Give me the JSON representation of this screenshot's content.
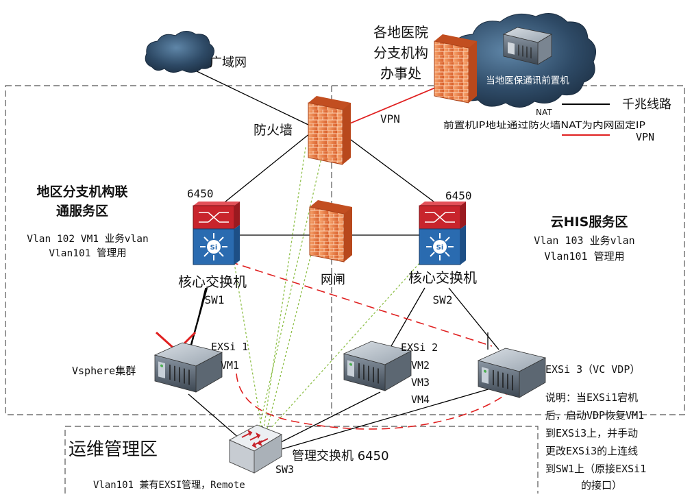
{
  "labels": {
    "wan": "广域网",
    "branch_office": [
      "各地医院",
      "分支机构",
      "办事处"
    ],
    "frontend_machine": "当地医保通讯前置机",
    "firewall": "防火墙",
    "vpn_link": "VPN",
    "nat_short": "NAT",
    "nat_note": "前置机IP地址通过防火墙NAT为内网固定IP",
    "region_left_title": [
      "地区分支机构联",
      "通服务区"
    ],
    "region_left_vlan": [
      "Vlan 102 VM1 业务vlan",
      "Vlan101 管理用"
    ],
    "region_right_title": "云HIS服务区",
    "region_right_vlan": [
      "Vlan 103 业务vlan",
      "Vlan101 管理用"
    ],
    "sw1_model": "6450",
    "sw2_model": "6450",
    "core_switch_1": "核心交换机",
    "core_switch_2": "核心交换机",
    "sw1_name": "SW1",
    "sw2_name": "SW2",
    "gatekeeper": "网闸",
    "vsphere": "Vsphere集群",
    "exsi1": [
      "EXSi 1",
      "VM1"
    ],
    "exsi2": [
      "EXSi 2",
      "VM2",
      "VM3",
      "VM4"
    ],
    "exsi3": "EXSi 3（VC VDP）",
    "ops_zone": "运维管理区",
    "mgmt_switch": "管理交换机 6450",
    "sw3_name": "SW3",
    "ops_vlan": "Vlan101 兼有EXSI管理，Remote",
    "explain": [
      "说明：当EXSi1宕机",
      "后，启动VDP恢复VM1",
      "到EXSi3上，并手动",
      "更改EXSi3的上连线",
      "到SW1上（原接EXSi1",
      "的接口）"
    ]
  },
  "legend": [
    {
      "label": "千兆线路",
      "color": "#000000"
    },
    {
      "label": "VPN",
      "color": "#e02020"
    }
  ],
  "colors": {
    "gigabit": "#000000",
    "vpn": "#e02020",
    "mgmt": "#8fc04a",
    "dashed_zone": "#555555",
    "cloud": "#2e4a66",
    "firewall": "#e8743b",
    "switch_top": "#c8242c",
    "switch_bottom": "#2a6bb0"
  },
  "icons": [
    "cloud-icon",
    "firewall-icon",
    "core-switch-icon",
    "server-icon",
    "mgmt-switch-icon"
  ]
}
